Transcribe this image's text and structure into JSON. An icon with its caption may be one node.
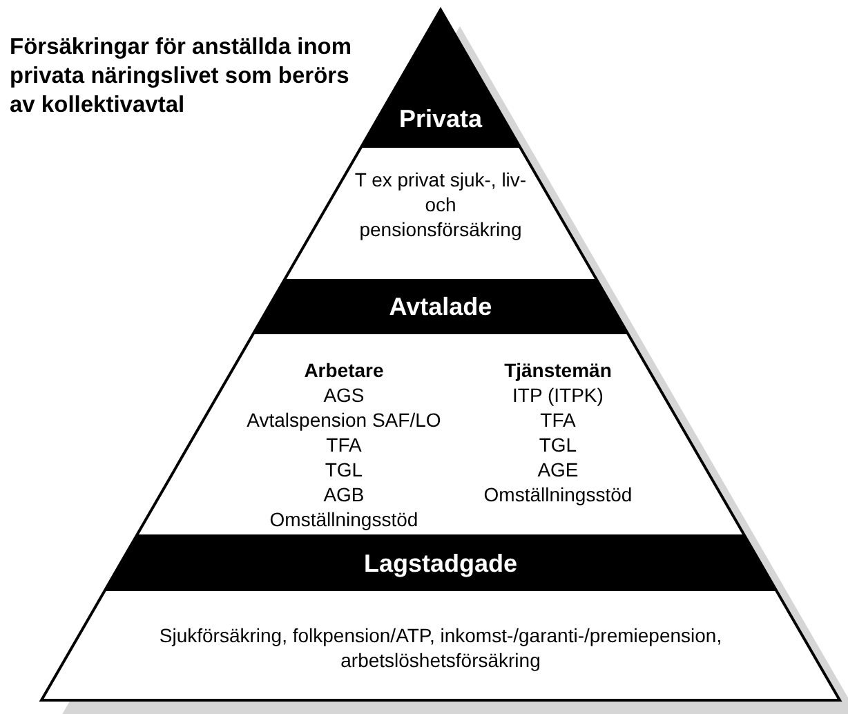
{
  "diagram": {
    "title": "Försäkringar för anställda inom privata näringslivet som berörs av kollektivavtal",
    "nodes": [
      {
        "text": [
          "Privata",
          "T ex privat sjuk-, liv- och pensionsförsäkring"
        ]
      },
      {
        "text": [
          "Avtalade"
        ]
      },
      {
        "text": [
          "Arbetare",
          "AGS",
          "Avtalspension SAF/LO",
          "TFA",
          "TGL",
          "AGB",
          "Omställningsstöd"
        ],
        "in": 1
      },
      {
        "text": [
          "Tjänstemän",
          "ITP (ITPK)",
          "TFA",
          "TGL",
          "AGE",
          "Omställningsstöd"
        ],
        "in": 1
      },
      {
        "text": [
          "Lagstadgade",
          "Sjukförsäkring, folkpension/ATP, inkomst-/garanti-/premiepension, arbetslöshetsförsäkring"
        ]
      }
    ]
  }
}
